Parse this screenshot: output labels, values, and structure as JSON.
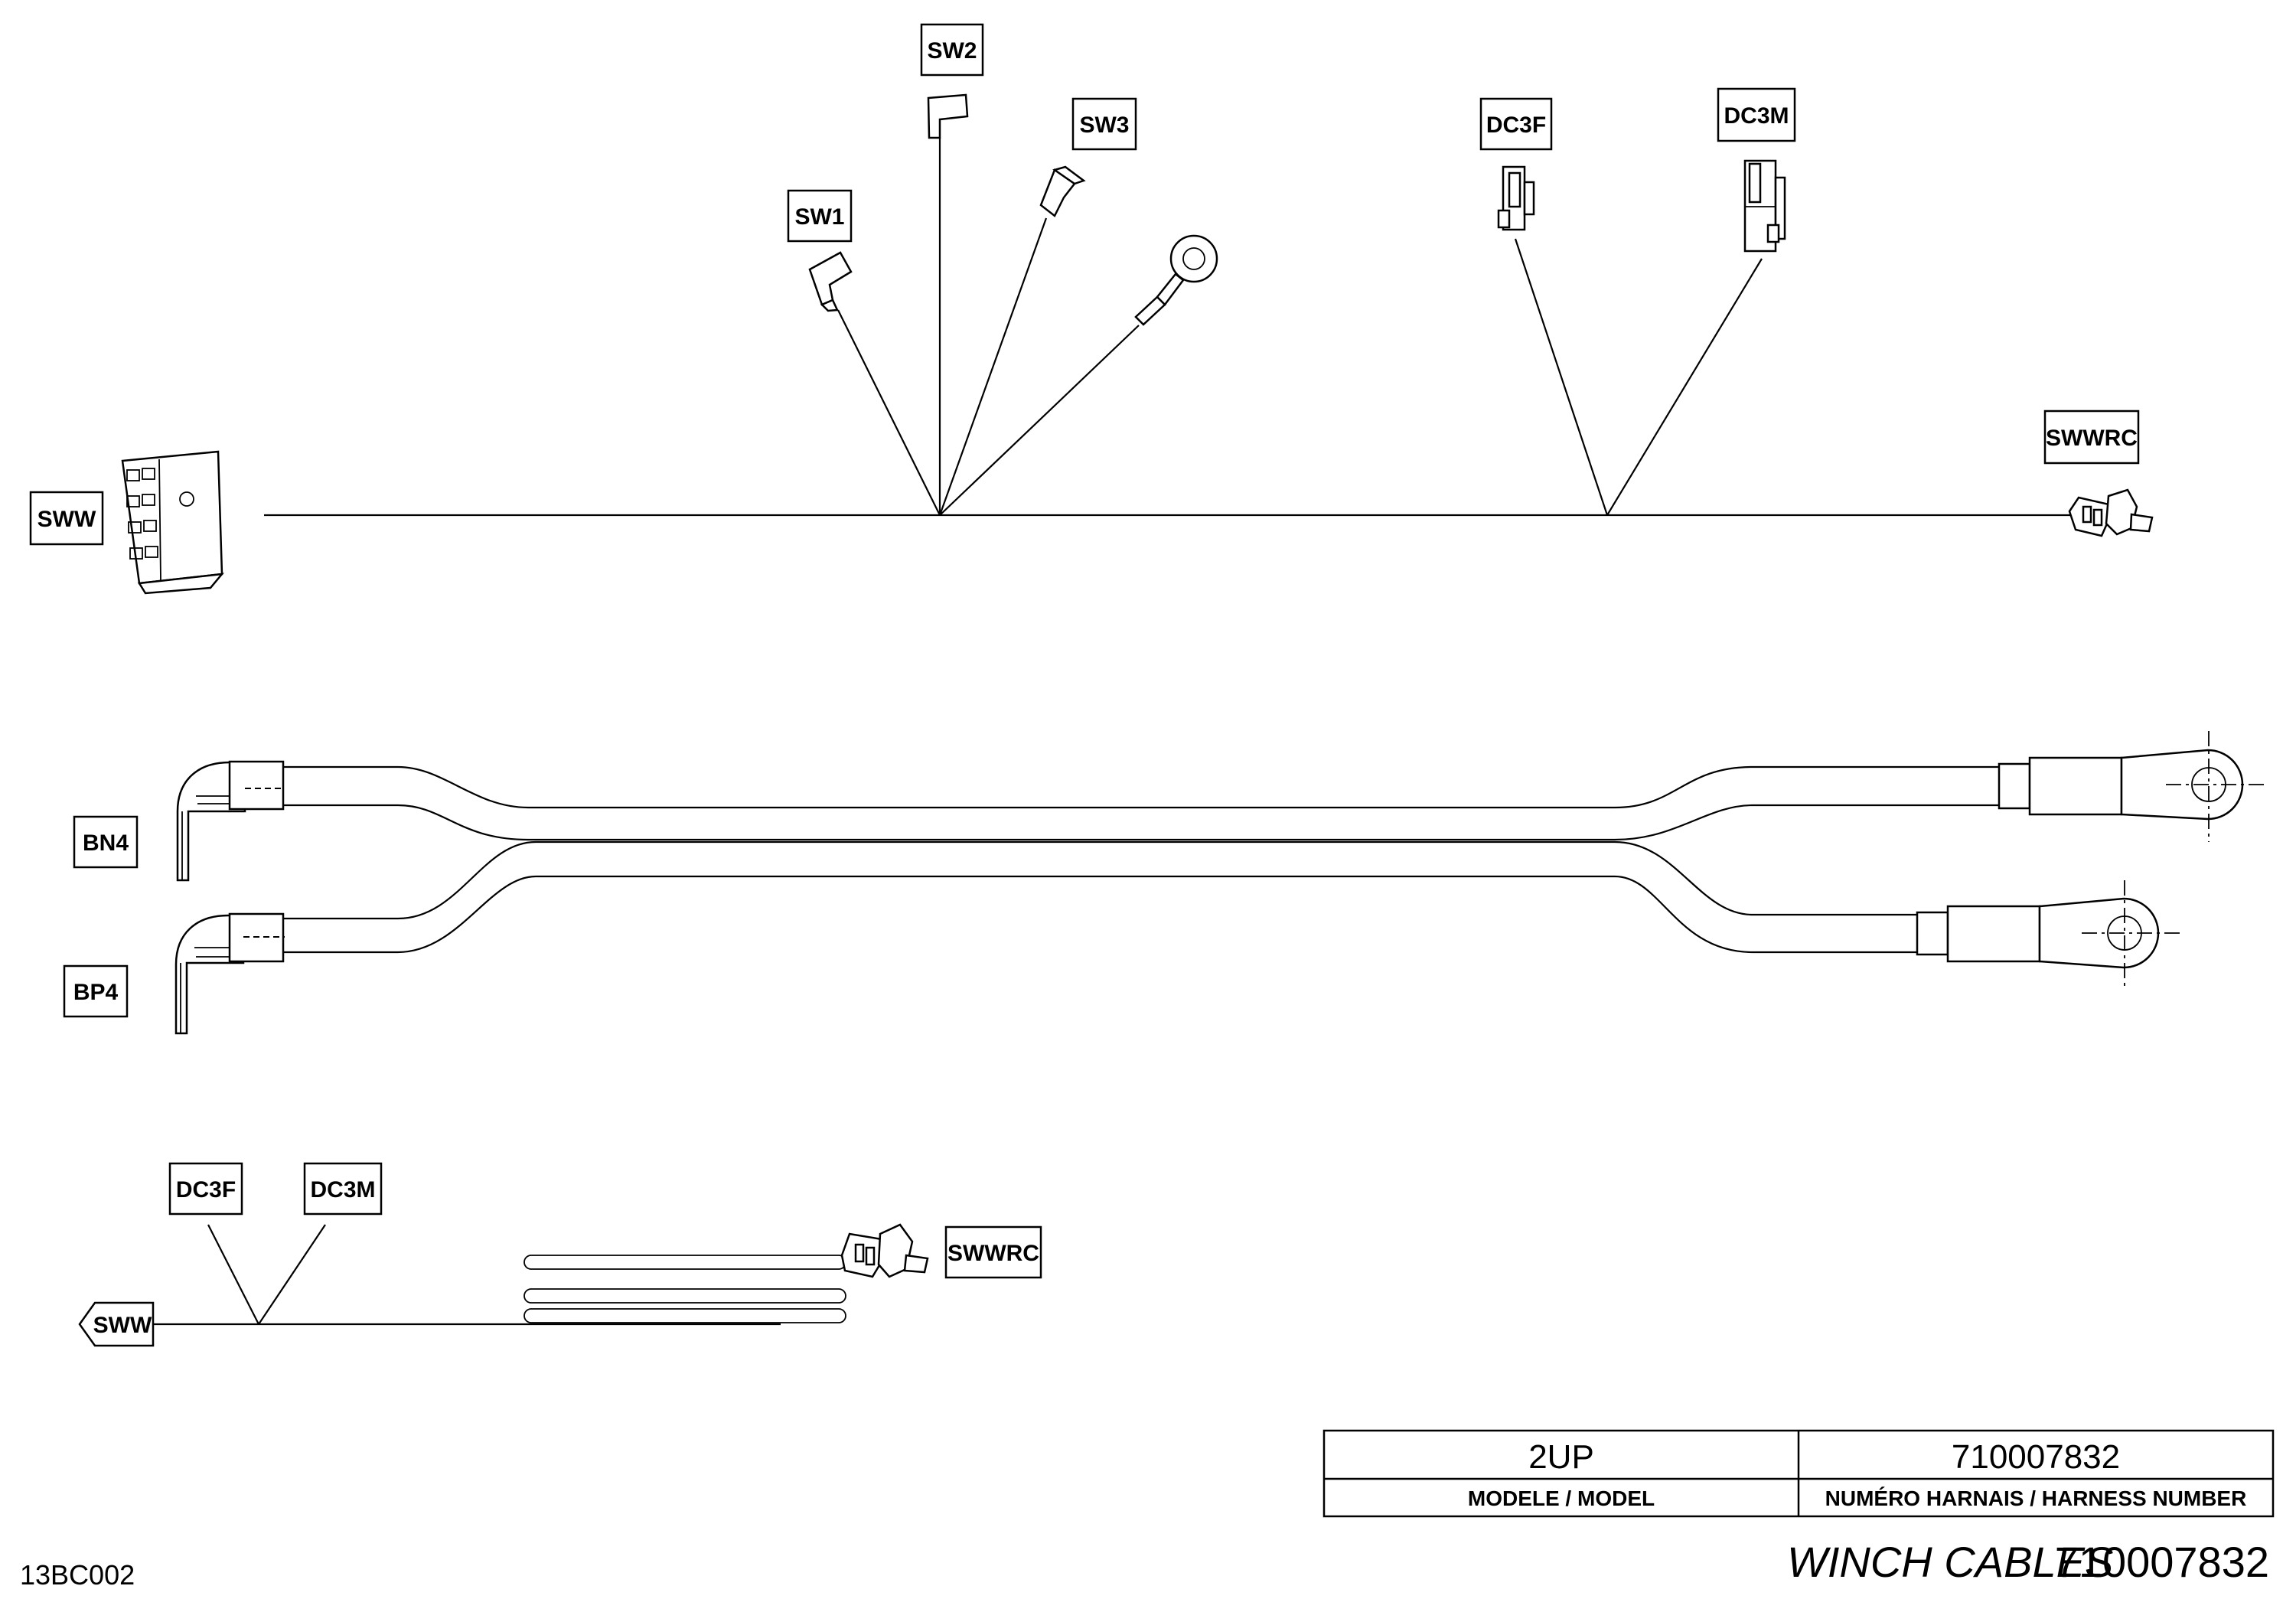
{
  "connectors_top": {
    "sw1": "SW1",
    "sw2": "SW2",
    "sw3": "SW3",
    "dc3f": "DC3F",
    "dc3m": "DC3M",
    "sww": "SWW",
    "swwrc": "SWWRC"
  },
  "cables": {
    "bn4": "BN4",
    "bp4": "BP4"
  },
  "connectors_bottom": {
    "dc3f": "DC3F",
    "dc3m": "DC3M",
    "sww": "SWW",
    "swwrc": "SWWRC"
  },
  "title_table": {
    "model_value": "2UP",
    "harness_value": "710007832",
    "model_header": "MODELE / MODEL",
    "harness_header": "NUMÉRO HARNAIS / HARNESS NUMBER"
  },
  "footer": {
    "drawing_id": "13BC002",
    "title": "WINCH CABLES",
    "part_number": "710007832"
  }
}
